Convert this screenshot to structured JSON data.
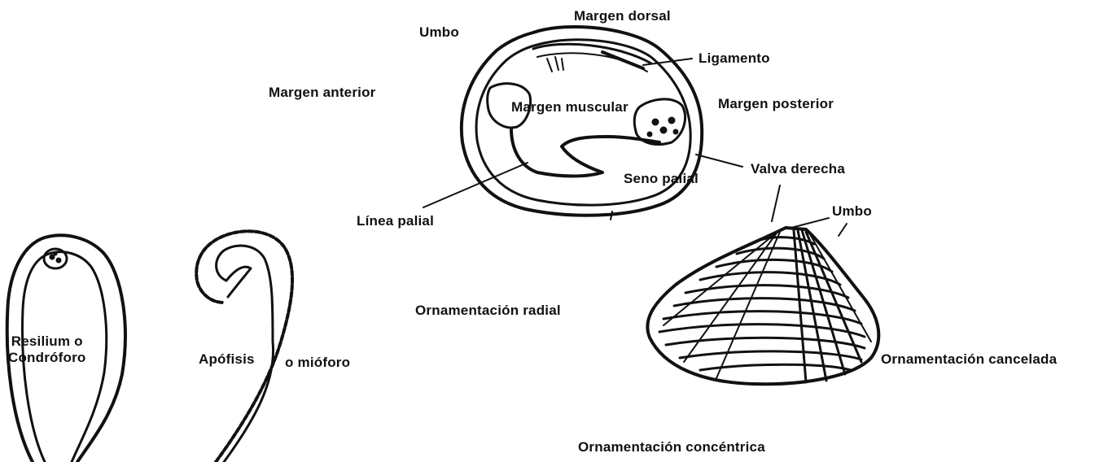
{
  "labels": {
    "umbo_top": "Umbo",
    "margen_dorsal": "Margen dorsal",
    "ligamento": "Ligamento",
    "margen_anterior": "Margen anterior",
    "margen_muscular": "Margen muscular",
    "margen_posterior": "Margen posterior",
    "valva_derecha": "Valva derecha",
    "seno_palial": "Seno palial",
    "linea_palial": "Línea palial",
    "umbo_right": "Umbo",
    "ornamentacion_radial": "Ornamentación radial",
    "resilium_line1": "Resilium o",
    "resilium_line2": "Condróforo",
    "apofisis": "Apófisis",
    "mioforo": "o mióforo",
    "ornamentacion_cancelada": "Ornamentación cancelada",
    "ornamentacion_concentrica": "Ornamentación concéntrica"
  },
  "colors": {
    "ink": "#111111",
    "paper": "#ffffff"
  }
}
